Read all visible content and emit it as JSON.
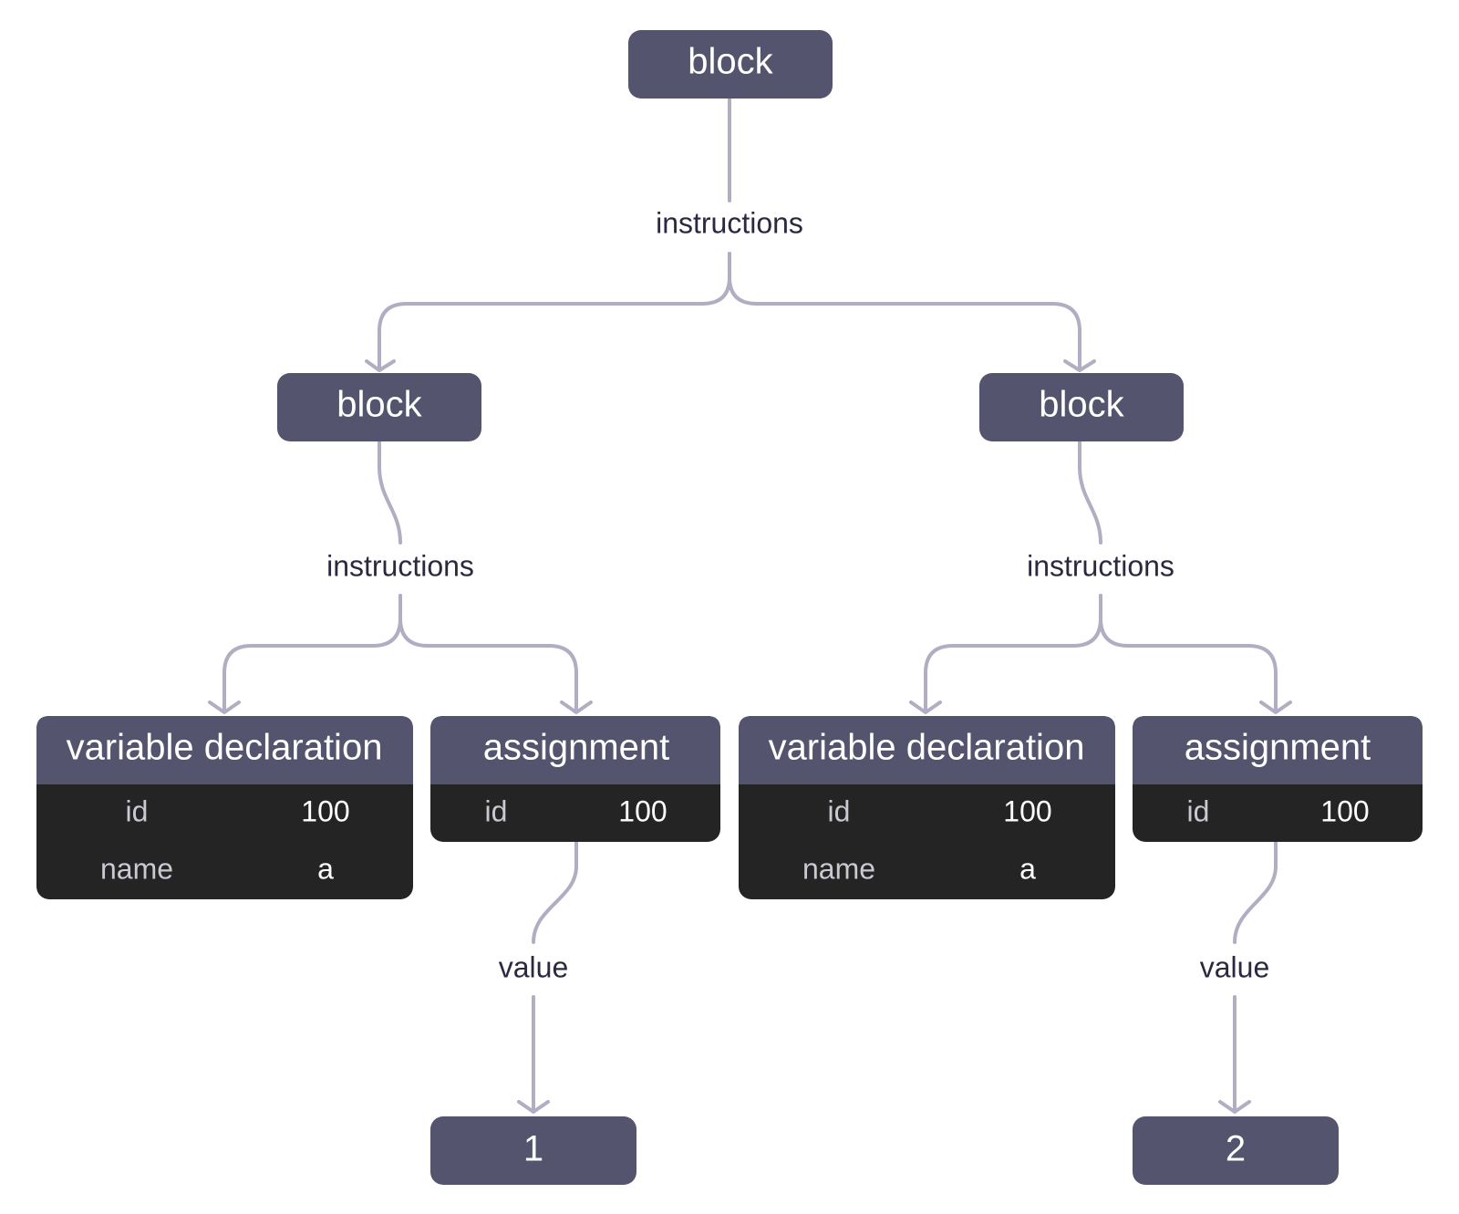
{
  "colors": {
    "node_header": "#55546e",
    "node_body": "#242424",
    "edge": "#b0aec2",
    "edge_label_text": "#2a2940"
  },
  "nodes": {
    "root_block": {
      "title": "block"
    },
    "left_block": {
      "title": "block"
    },
    "right_block": {
      "title": "block"
    },
    "left_var_decl": {
      "title": "variable declaration",
      "fields": [
        {
          "key": "id",
          "value": "100"
        },
        {
          "key": "name",
          "value": "a"
        }
      ]
    },
    "left_assignment": {
      "title": "assignment",
      "fields": [
        {
          "key": "id",
          "value": "100"
        }
      ]
    },
    "right_var_decl": {
      "title": "variable declaration",
      "fields": [
        {
          "key": "id",
          "value": "100"
        },
        {
          "key": "name",
          "value": "a"
        }
      ]
    },
    "right_assignment": {
      "title": "assignment",
      "fields": [
        {
          "key": "id",
          "value": "100"
        }
      ]
    },
    "left_value": {
      "title": "1"
    },
    "right_value": {
      "title": "2"
    }
  },
  "edge_labels": {
    "root_instructions": "instructions",
    "left_instructions": "instructions",
    "right_instructions": "instructions",
    "left_value": "value",
    "right_value": "value"
  }
}
